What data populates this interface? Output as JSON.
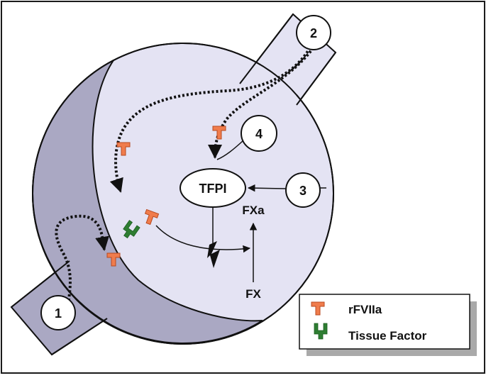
{
  "diagram": {
    "nodes": {
      "tfpi": "TFPI",
      "fxa": "FXa",
      "fx": "FX"
    },
    "step_labels": [
      "1",
      "2",
      "3",
      "4"
    ],
    "legend": {
      "items": [
        {
          "icon": "rfviia-icon",
          "label": "rFVIIa"
        },
        {
          "icon": "tissue-factor-icon",
          "label": "Tissue Factor"
        }
      ]
    },
    "colors": {
      "rfviia": "#f07c4c",
      "tissue_factor": "#2e7d32",
      "lumen": "#e4e3f3",
      "vessel_wall": "#aaa8c3",
      "frame": "#1a1a1a"
    }
  }
}
